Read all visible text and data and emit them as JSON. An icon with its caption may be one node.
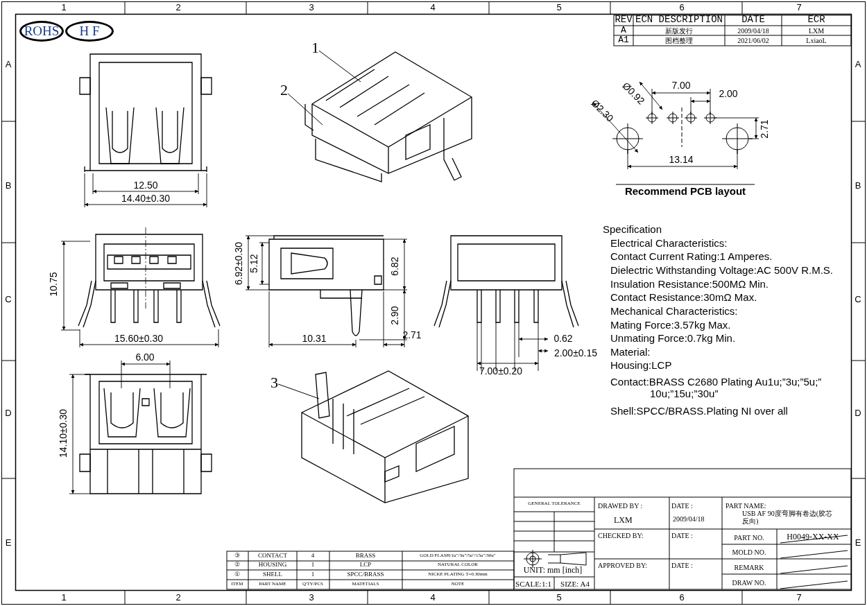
{
  "diagram": {
    "nodes": [
      {
        "text": [
          "ROHS"
        ]
      },
      {
        "text": [
          "H F"
        ]
      },
      {
        "text": [
          "1"
        ]
      },
      {
        "text": [
          "2"
        ]
      },
      {
        "text": [
          "3"
        ]
      }
    ],
    "edges": [
      {
        "from": 2,
        "to": null,
        "arrow": "none"
      },
      {
        "from": 3,
        "to": null,
        "arrow": "none"
      },
      {
        "from": 4,
        "to": null,
        "arrow": "none"
      }
    ],
    "labels": [
      "1",
      "2",
      "3",
      "4",
      "5",
      "6",
      "7",
      "A",
      "B",
      "C",
      "D",
      "E",
      "A",
      "B",
      "C",
      "D",
      "E",
      "1",
      "2",
      "3",
      "4",
      "5",
      "6",
      "7",
      "REV",
      "ECN DESCRIPTION",
      "DATE",
      "ECR",
      "A",
      "新版发行",
      "2009/04/18",
      "LXM",
      "A1",
      "图档整理",
      "2021/06/02",
      "LxiaoL",
      "12.50",
      "14.40±0.30",
      "Ø0.92",
      "7.00",
      "2.00",
      "Ø2.30",
      "2.71",
      "13.14",
      "Recommend PCB layout",
      "10.75",
      "15.60±0.30",
      "6.92±0.30",
      "5.12",
      "6.82",
      "2.90",
      "10.31",
      "2.71",
      "0.62",
      "2.00±0.15",
      "7.00±0.20",
      "6.00",
      "14.10±0.30",
      "Specification",
      "Electrical Characteristics:",
      "Contact Current Rating:1 Amperes.",
      "Dielectric Withstanding Voltage:AC 500V R.M.S.",
      "Insulation Resistance:500MΩ Min.",
      "Contact Resistance:30mΩ Max.",
      "Mechanical Characteristics:",
      "Mating Force:3.57kg Max.",
      "Unmating Force:0.7kg Min.",
      "Material:",
      "Housing:LCP",
      "Contact:BRASS C2680 Plating Au1u;”3u;”5u;” 10u;”15u;”30u”",
      "Shell:SPCC/BRASS.Plating NI over all",
      "③",
      "CONTACT",
      "4",
      "BRASS",
      "GOLD FLASH/1u\"/3u\"/5u\"/15u\"/30u\"",
      "②",
      "HOUSING",
      "1",
      "LCP",
      "NATURAL COLOR",
      "①",
      "SHELL",
      "1",
      "SPCC/BRASS",
      "NICKE PLATING T=0.30mm",
      "ITEM",
      "PART NAME",
      "Q'TY/PCS",
      "MATETIALS",
      "NOTE",
      "GENERAL TOLERANCE",
      "UNIT: mm [inch]",
      "SCALE:1:1",
      "SIZE: A4",
      "DRAWED BY :",
      "LXM",
      "DATE :",
      "2009/04/18",
      "PART NAME:",
      "USB AF 90度弯脚有卷边(胶芯反向)",
      "CHECKED BY:",
      "DATE :",
      "PART NO.",
      "H0049-XX-XX",
      "MOLD NO.",
      "APPROVED BY:",
      "DATE :",
      "REMARK",
      "DRAW NO."
    ]
  }
}
